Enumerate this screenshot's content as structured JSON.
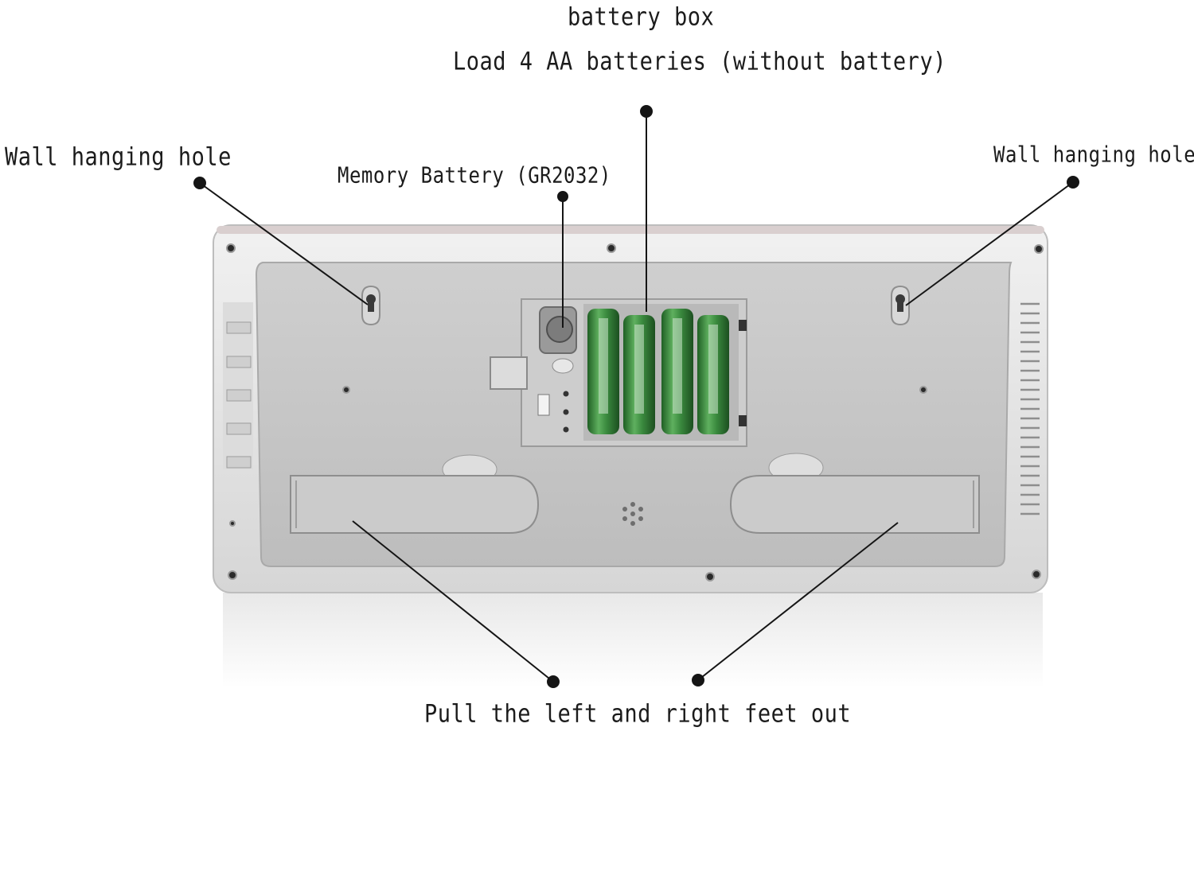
{
  "labels": {
    "battery_box_title": "battery box",
    "battery_box_detail": "Load 4 AA batteries (without battery)",
    "wall_hole_left": "Wall hanging hole",
    "wall_hole_right": "Wall hanging hole",
    "memory_battery": "Memory Battery (GR2032)",
    "feet": "Pull the left and right feet out"
  },
  "colors": {
    "case_frame": "#e6e6e6",
    "back_panel": "#c7c7c7",
    "battery_green": "#3a8a3e",
    "leader_line": "#151515"
  }
}
